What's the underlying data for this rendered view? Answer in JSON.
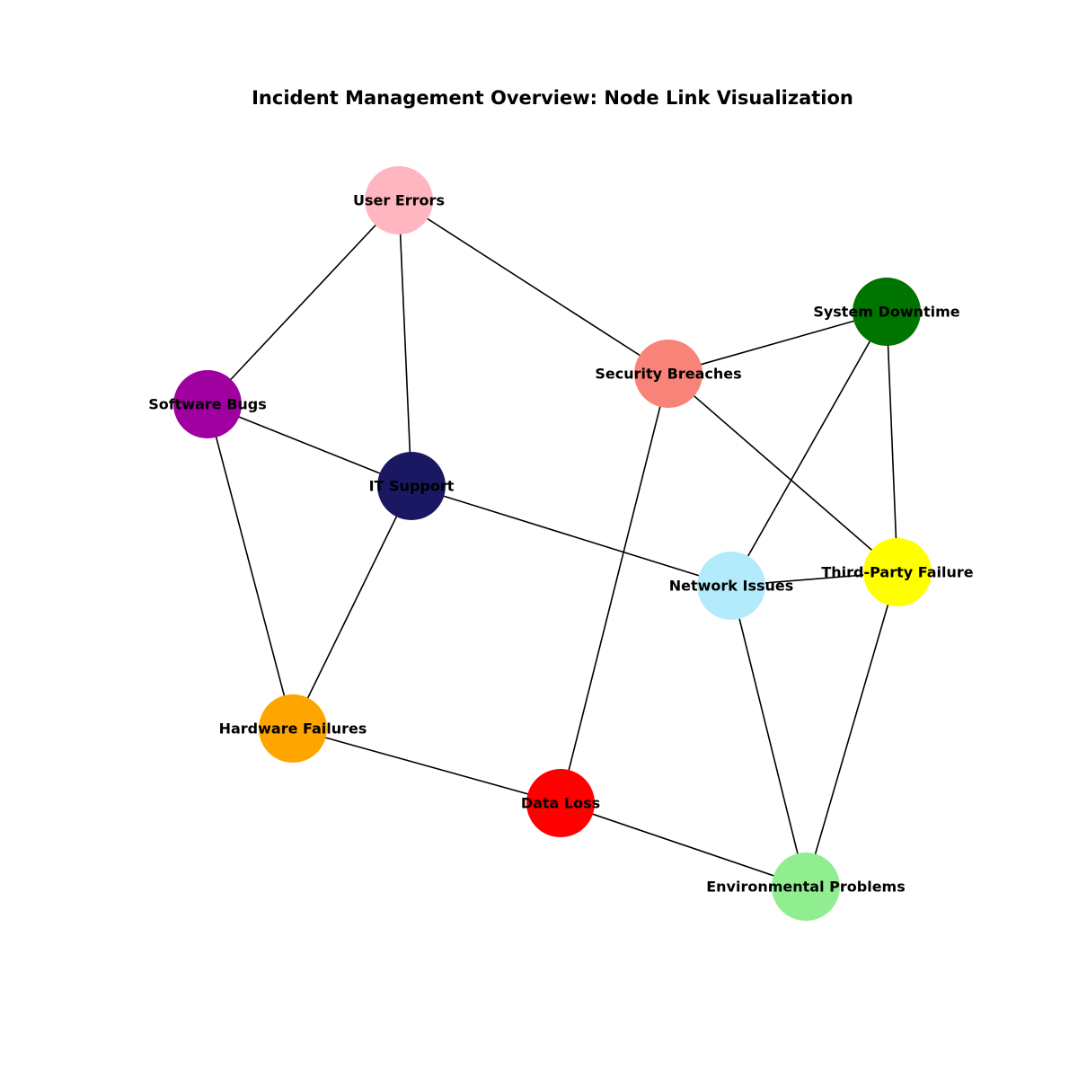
{
  "title": "Incident Management Overview: Node Link Visualization",
  "nodes": [
    {
      "id": "user-errors",
      "label": "User Errors",
      "color": "#ffb6c1"
    },
    {
      "id": "system-downtime",
      "label": "System Downtime",
      "color": "#007400"
    },
    {
      "id": "security-breaches",
      "label": "Security Breaches",
      "color": "#f88379"
    },
    {
      "id": "software-bugs",
      "label": "Software Bugs",
      "color": "#a000a0"
    },
    {
      "id": "it-support",
      "label": "IT Support",
      "color": "#1b1863"
    },
    {
      "id": "third-party-failure",
      "label": "Third-Party Failure",
      "color": "#ffff00"
    },
    {
      "id": "network-issues",
      "label": "Network Issues",
      "color": "#b3ebfc"
    },
    {
      "id": "hardware-failures",
      "label": "Hardware Failures",
      "color": "#ffa500"
    },
    {
      "id": "data-loss",
      "label": "Data Loss",
      "color": "#ff0000"
    },
    {
      "id": "environmental-problems",
      "label": "Environmental Problems",
      "color": "#90ee90"
    }
  ],
  "edges": [
    [
      "user-errors",
      "software-bugs"
    ],
    [
      "user-errors",
      "it-support"
    ],
    [
      "user-errors",
      "security-breaches"
    ],
    [
      "security-breaches",
      "system-downtime"
    ],
    [
      "security-breaches",
      "third-party-failure"
    ],
    [
      "security-breaches",
      "data-loss"
    ],
    [
      "system-downtime",
      "network-issues"
    ],
    [
      "system-downtime",
      "third-party-failure"
    ],
    [
      "software-bugs",
      "it-support"
    ],
    [
      "software-bugs",
      "hardware-failures"
    ],
    [
      "it-support",
      "network-issues"
    ],
    [
      "it-support",
      "hardware-failures"
    ],
    [
      "network-issues",
      "third-party-failure"
    ],
    [
      "network-issues",
      "environmental-problems"
    ],
    [
      "third-party-failure",
      "environmental-problems"
    ],
    [
      "hardware-failures",
      "data-loss"
    ],
    [
      "data-loss",
      "environmental-problems"
    ]
  ]
}
